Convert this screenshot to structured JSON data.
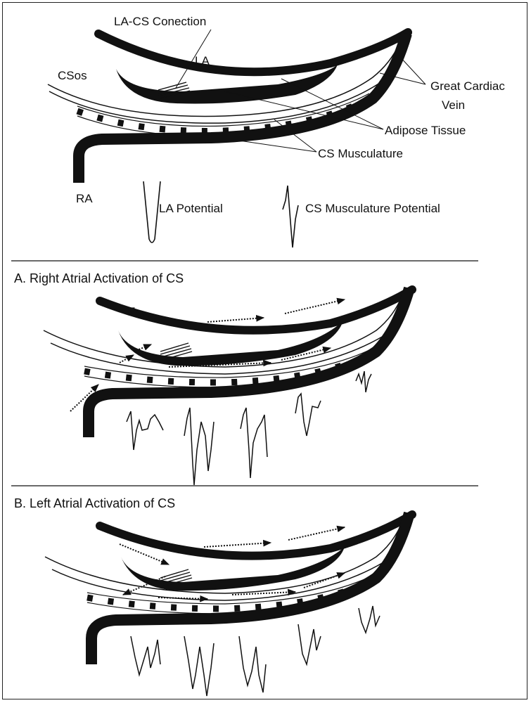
{
  "labels": {
    "la_cs_connection": "LA-CS Conection",
    "la": "LA",
    "csos": "CSos",
    "great_cardiac_vein_line1": "Great Cardiac",
    "great_cardiac_vein_line2": "Vein",
    "adipose_tissue": "Adipose Tissue",
    "cs_musculature": "CS Musculature",
    "ra": "RA",
    "la_potential": "LA Potential",
    "cs_musculature_potential": "CS Musculature Potential"
  },
  "panels": {
    "a_title": "A. Right Atrial Activation of CS",
    "b_title": "B. Left Atrial Activation of CS"
  },
  "colors": {
    "ink": "#111111",
    "background": "#ffffff"
  }
}
